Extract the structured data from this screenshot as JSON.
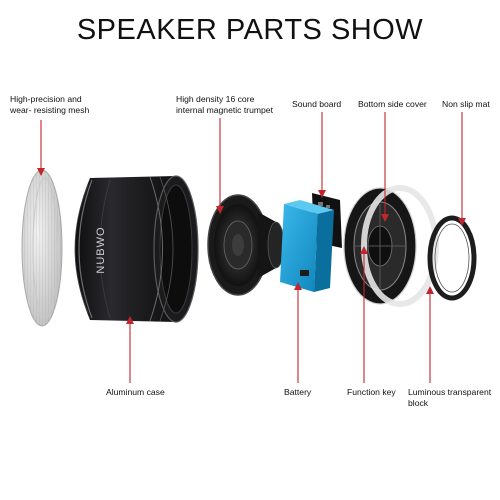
{
  "title": "SPEAKER PARTS SHOW",
  "brand_text": "NUBWO",
  "colors": {
    "leader": "#c0272d",
    "battery": "#1aa1d8",
    "case": "#1c1c1e"
  },
  "labels": {
    "mesh": [
      "High-precision and",
      "wear- resisting mesh"
    ],
    "trumpet": [
      "High density 16 core",
      "internal magnetic trumpet"
    ],
    "sound_board": [
      "Sound board"
    ],
    "bottom_cover": [
      "Bottom side cover"
    ],
    "non_slip": [
      "Non slip mat"
    ],
    "aluminum": [
      "Aluminum case"
    ],
    "battery": [
      "Battery"
    ],
    "function_key": [
      "Function key"
    ],
    "luminous": [
      "Luminous transparent",
      "block"
    ]
  }
}
